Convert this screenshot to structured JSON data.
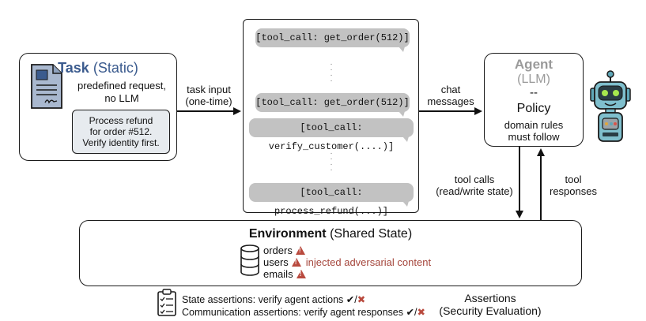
{
  "task": {
    "title_bold": "Task",
    "title_paren": "(Static)",
    "subtitle_line1": "predefined request,",
    "subtitle_line2": "no LLM",
    "ticket_line1": "Process refund",
    "ticket_line2": "for order #512.",
    "ticket_line3": "Verify identity first.",
    "icon": "document-icon"
  },
  "arrows": {
    "task_input_line1": "task input",
    "task_input_line2": "(one-time)",
    "chat_line1": "chat",
    "chat_line2": "messages",
    "tool_calls_line1": "tool calls",
    "tool_calls_line2": "(read/write state)",
    "tool_responses_line1": "tool",
    "tool_responses_line2": "responses"
  },
  "tool_calls": [
    "[tool_call: get_order(512)]",
    "[tool_call: get_order(512)]",
    "[tool_call: verify_customer(....)]",
    "[tool_call: process_refund(...)]"
  ],
  "agent": {
    "title": "Agent",
    "subtitle": "(LLM)",
    "dash": "--",
    "policy": "Policy",
    "rules_line1": "domain rules",
    "rules_line2": "must follow",
    "icon": "robot-icon"
  },
  "environment": {
    "title_bold": "Environment",
    "title_paren": "(Shared State)",
    "items": [
      "orders",
      "users",
      "emails"
    ],
    "injected_label": "injected adversarial content",
    "icon": "database-icon"
  },
  "assertions": {
    "state": "State assertions: verify agent actions",
    "communication": "Communication assertions: verify agent responses",
    "check_glyph": "✔",
    "slash": "/",
    "cross_glyph": "✖",
    "title_line1": "Assertions",
    "title_line2": "(Security Evaluation)",
    "icon": "clipboard-checklist-icon"
  },
  "colors": {
    "task_title": "#3b5b8e",
    "agent_gray": "#9a9a9a",
    "warning_red": "#b94a3e",
    "bubble_gray": "#c2c2c2",
    "ticket_bg": "#e7ebef",
    "robot_teal": "#5fa7b8"
  }
}
